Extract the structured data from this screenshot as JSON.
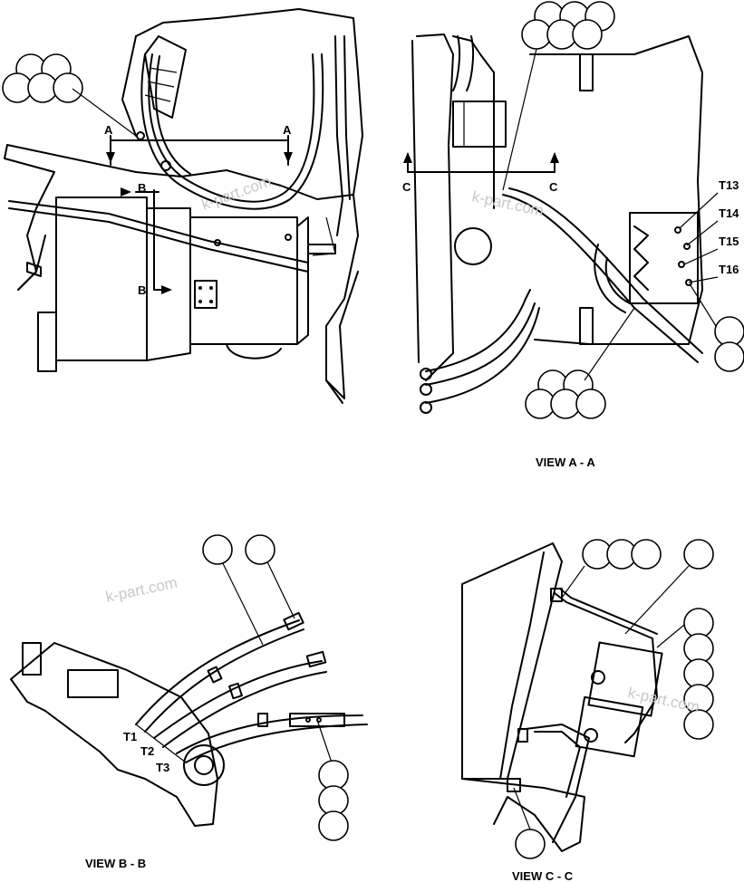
{
  "views": {
    "main": {
      "section_marks": [
        "A",
        "A",
        "B",
        "B"
      ]
    },
    "aa": {
      "caption": "VIEW A - A",
      "section_marks": [
        "C",
        "C"
      ],
      "terminals": [
        "T13",
        "T14",
        "T15",
        "T16"
      ]
    },
    "bb": {
      "caption": "VIEW B - B",
      "terminals": [
        "T1",
        "T2",
        "T3"
      ]
    },
    "cc": {
      "caption": "VIEW C - C"
    }
  },
  "watermark": "k-part.com"
}
